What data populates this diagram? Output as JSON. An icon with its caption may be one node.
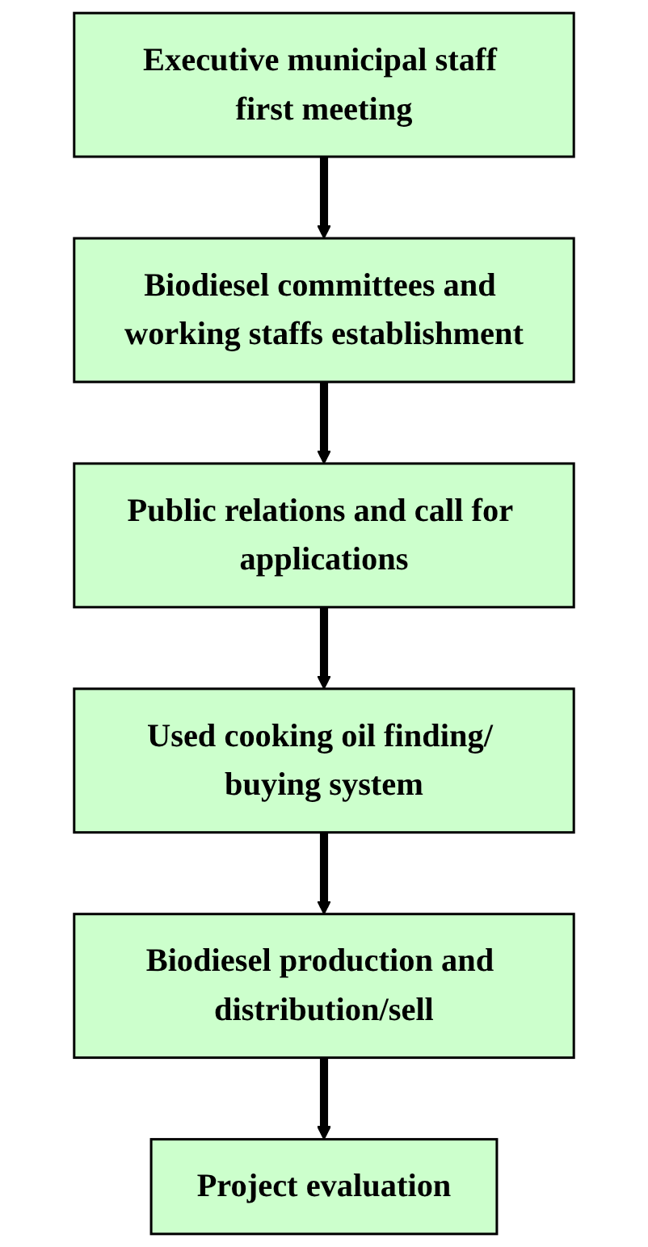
{
  "diagram": {
    "nodes": [
      {
        "text": [
          "Executive municipal staff first meeting"
        ]
      },
      {
        "text": [
          "Biodiesel committees and working staffs establishment"
        ]
      },
      {
        "text": [
          "Public relations and call for applications"
        ]
      },
      {
        "text": [
          "Used cooking oil finding/ buying system"
        ]
      },
      {
        "text": [
          "Biodiesel production and distribution/sell"
        ]
      },
      {
        "text": [
          "Project evaluation"
        ]
      }
    ],
    "edges": [
      {
        "from": 0,
        "to": 1,
        "arrow": "to"
      },
      {
        "from": 1,
        "to": 2,
        "arrow": "to"
      },
      {
        "from": 2,
        "to": 3,
        "arrow": "to"
      },
      {
        "from": 3,
        "to": 4,
        "arrow": "to"
      },
      {
        "from": 4,
        "to": 5,
        "arrow": "to"
      }
    ]
  }
}
